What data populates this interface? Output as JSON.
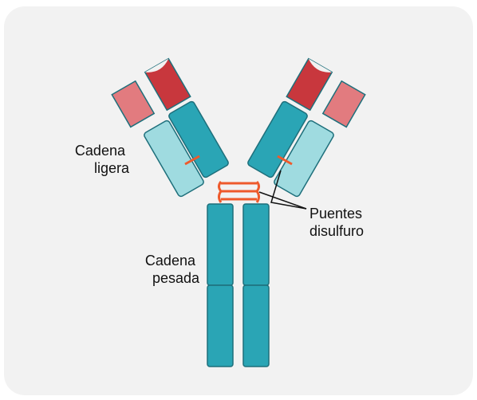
{
  "labels": {
    "light_chain": [
      "Cadena",
      "ligera"
    ],
    "heavy_chain": [
      "Cadena",
      "pesada"
    ],
    "disulfide_bonds": [
      "Puentes",
      "disulfuro"
    ]
  },
  "colors": {
    "background": "#f2f2f2",
    "heavy_chain_constant": "#2aa5b5",
    "heavy_chain_variable": "#c8373d",
    "light_chain_constant": "#9fdbe0",
    "light_chain_variable": "#e27b7f",
    "disulfide_bond": "#ee5a2c",
    "outline": "#1e6f7b"
  }
}
